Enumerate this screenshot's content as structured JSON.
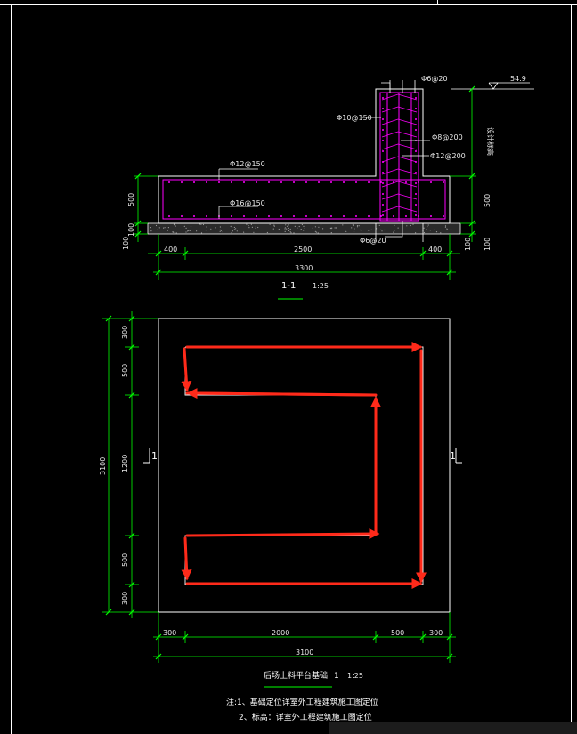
{
  "colors": {
    "background": "#000000",
    "outline": "#ffffff",
    "dimension": "#00ff00",
    "rebar": "#ff00ff",
    "arrow": "#ff2a1a",
    "label": "#e6e6e6"
  },
  "section": {
    "title": "1-1",
    "scale": "1:25",
    "rebar_labels": {
      "top_stirrup": "Φ6@20",
      "bottom_stirrup": "Φ6@20",
      "column_hoop": "Φ10@150",
      "column_tie": "Φ8@200",
      "column_main": "Φ12@200",
      "slab_top": "Φ12@150",
      "slab_bottom": "Φ16@150"
    },
    "elevation_mark": "54.9",
    "side_note": "设计标高",
    "dims": {
      "left_height": "500",
      "left_bed": "100",
      "left_total": "100",
      "bottom_left": "400",
      "bottom_mid": "2500",
      "bottom_right": "400",
      "bottom_total": "3300",
      "right_height": "500",
      "right_bed": "100",
      "right_total": "100"
    }
  },
  "plan": {
    "title": "后场上料平台基础",
    "title_suffix": "1",
    "scale": "1:25",
    "cut_mark_left": "1",
    "cut_mark_right": "1",
    "dims_left": [
      "300",
      "500",
      "1200",
      "500",
      "300"
    ],
    "dim_left_total": "3100",
    "dims_bottom": [
      "300",
      "2000",
      "500",
      "300"
    ],
    "dim_bottom_total": "3100"
  },
  "notes": {
    "line1": "注:1、基础定位详室外工程建筑施工图定位",
    "line2": "2、标高：详室外工程建筑施工图定位"
  }
}
